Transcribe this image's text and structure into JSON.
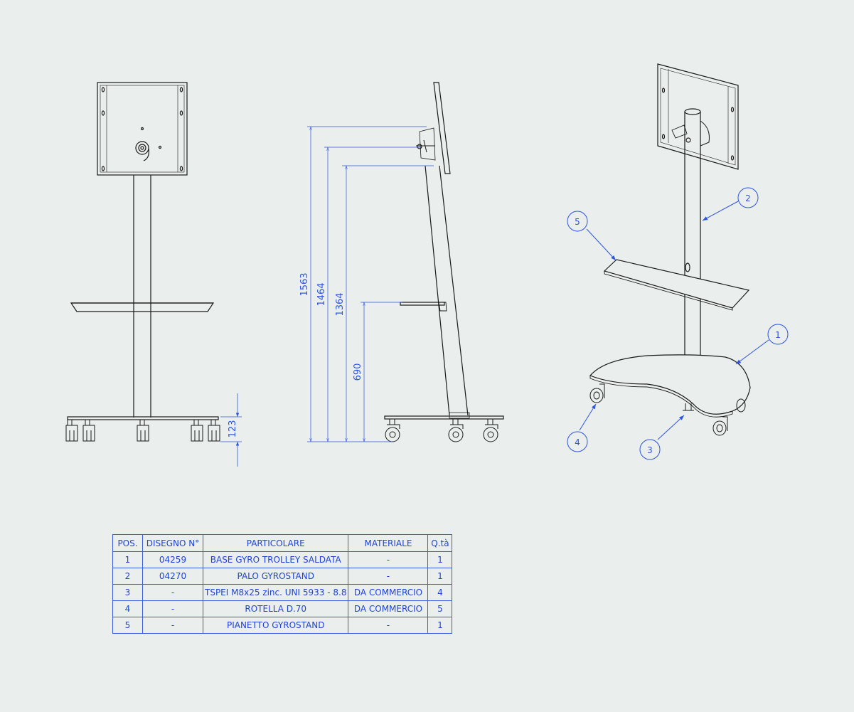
{
  "colors": {
    "line": "#1a1a1a",
    "dimension": "#2f55e0",
    "table": "#1f43d8",
    "background": "#eaeeec"
  },
  "dimensions": {
    "caster_height": "123",
    "total_height": "1563",
    "bracket_height": "1464",
    "bracket_low_height": "1364",
    "shelf_height": "690"
  },
  "balloons": [
    "1",
    "2",
    "3",
    "4",
    "5"
  ],
  "parts_table": {
    "headers": [
      "POS.",
      "DISEGNO N°",
      "PARTICOLARE",
      "MATERIALE",
      "Q.tà"
    ],
    "rows": [
      [
        "1",
        "04259",
        "BASE GYRO TROLLEY SALDATA",
        "-",
        "1"
      ],
      [
        "2",
        "04270",
        "PALO GYROSTAND",
        "-",
        "1"
      ],
      [
        "3",
        "-",
        "TSPEI M8x25 zinc. UNI 5933 - 8.8",
        "DA COMMERCIO",
        "4"
      ],
      [
        "4",
        "-",
        "ROTELLA D.70",
        "DA COMMERCIO",
        "5"
      ],
      [
        "5",
        "-",
        "PIANETTO GYROSTAND",
        "-",
        "1"
      ]
    ]
  }
}
